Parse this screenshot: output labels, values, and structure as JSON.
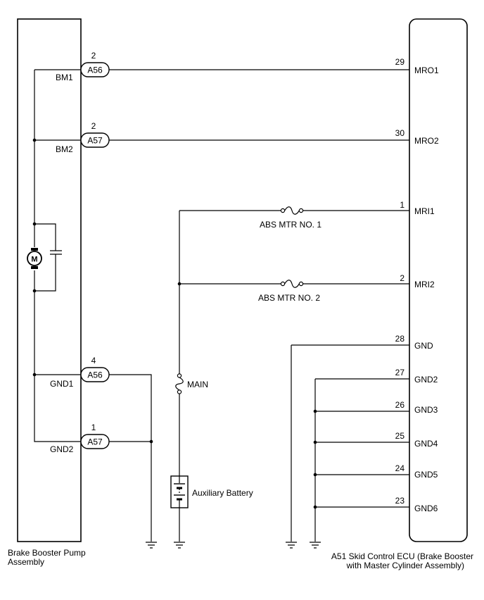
{
  "left_component": {
    "name_line1": "Brake Booster Pump",
    "name_line2": "Assembly",
    "terminals": {
      "bm1": "BM1",
      "bm2": "BM2",
      "gnd1": "GND1",
      "gnd2": "GND2"
    },
    "motor_symbol": "M"
  },
  "right_component": {
    "name_line1": "A51 Skid Control ECU (Brake Booster",
    "name_line2": "with Master Cylinder Assembly)",
    "terminals": {
      "mro1": "MRO1",
      "mro2": "MRO2",
      "mri1": "MRI1",
      "mri2": "MRI2",
      "gnd": "GND",
      "gnd2": "GND2",
      "gnd3": "GND3",
      "gnd4": "GND4",
      "gnd5": "GND5",
      "gnd6": "GND6"
    }
  },
  "connectors": {
    "a56_top": {
      "label": "A56",
      "pin": "2"
    },
    "a57_top": {
      "label": "A57",
      "pin": "2"
    },
    "a56_bottom": {
      "label": "A56",
      "pin": "4"
    },
    "a57_bottom": {
      "label": "A57",
      "pin": "1"
    }
  },
  "pins": {
    "mro1": "29",
    "mro2": "30",
    "mri1": "1",
    "mri2": "2",
    "gnd": "28",
    "gnd2": "27",
    "gnd3": "26",
    "gnd4": "25",
    "gnd5": "24",
    "gnd6": "23"
  },
  "fuses": {
    "abs1": "ABS MTR NO. 1",
    "abs2": "ABS MTR NO. 2",
    "main": "MAIN"
  },
  "battery": {
    "label": "Auxiliary Battery"
  }
}
